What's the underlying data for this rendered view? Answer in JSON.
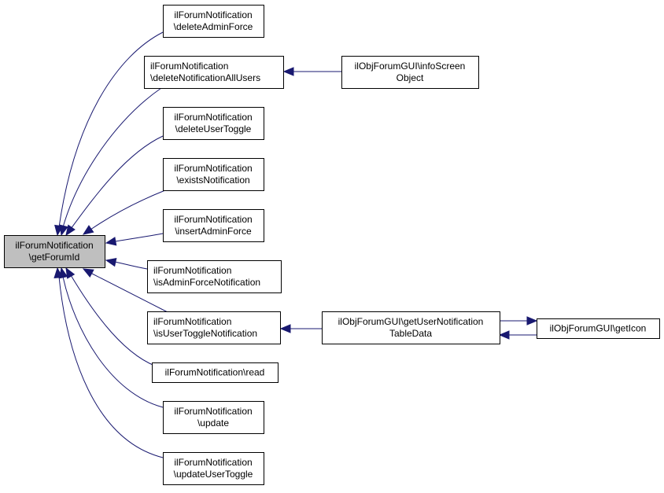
{
  "title": "ilForumNotification::getForumId caller graph",
  "colors": {
    "edge": "#191970",
    "focus_fill": "#bfbfbf",
    "node_fill": "#ffffff",
    "node_border": "#000000"
  },
  "nodes": [
    {
      "id": "getForumId",
      "lines": [
        "ilForumNotification",
        "\\getForumId"
      ],
      "focus": true
    },
    {
      "id": "deleteAdminForce",
      "lines": [
        "ilForumNotification",
        "\\deleteAdminForce"
      ]
    },
    {
      "id": "deleteNotificationAllUsers",
      "lines": [
        "ilForumNotification",
        "\\deleteNotificationAllUsers"
      ]
    },
    {
      "id": "infoScreenObject",
      "lines": [
        "ilObjForumGUI\\infoScreen",
        "Object"
      ]
    },
    {
      "id": "deleteUserToggle",
      "lines": [
        "ilForumNotification",
        "\\deleteUserToggle"
      ]
    },
    {
      "id": "existsNotification",
      "lines": [
        "ilForumNotification",
        "\\existsNotification"
      ]
    },
    {
      "id": "insertAdminForce",
      "lines": [
        "ilForumNotification",
        "\\insertAdminForce"
      ]
    },
    {
      "id": "isAdminForceNotification",
      "lines": [
        "ilForumNotification",
        "\\isAdminForceNotification"
      ]
    },
    {
      "id": "isUserToggleNotification",
      "lines": [
        "ilForumNotification",
        "\\isUserToggleNotification"
      ]
    },
    {
      "id": "getUserNotificationTableData",
      "lines": [
        "ilObjForumGUI\\getUserNotification",
        "TableData"
      ]
    },
    {
      "id": "getIcon",
      "lines": [
        "ilObjForumGUI\\getIcon"
      ]
    },
    {
      "id": "read",
      "lines": [
        "ilForumNotification\\read"
      ]
    },
    {
      "id": "update",
      "lines": [
        "ilForumNotification",
        "\\update"
      ]
    },
    {
      "id": "updateUserToggle",
      "lines": [
        "ilForumNotification",
        "\\updateUserToggle"
      ]
    }
  ],
  "edges": [
    {
      "from": "deleteAdminForce",
      "to": "getForumId"
    },
    {
      "from": "deleteNotificationAllUsers",
      "to": "getForumId"
    },
    {
      "from": "deleteUserToggle",
      "to": "getForumId"
    },
    {
      "from": "existsNotification",
      "to": "getForumId"
    },
    {
      "from": "insertAdminForce",
      "to": "getForumId"
    },
    {
      "from": "isAdminForceNotification",
      "to": "getForumId"
    },
    {
      "from": "isUserToggleNotification",
      "to": "getForumId"
    },
    {
      "from": "read",
      "to": "getForumId"
    },
    {
      "from": "update",
      "to": "getForumId"
    },
    {
      "from": "updateUserToggle",
      "to": "getForumId"
    },
    {
      "from": "infoScreenObject",
      "to": "deleteNotificationAllUsers"
    },
    {
      "from": "getUserNotificationTableData",
      "to": "isUserToggleNotification"
    },
    {
      "from": "getUserNotificationTableData",
      "to": "getIcon"
    },
    {
      "from": "getIcon",
      "to": "getUserNotificationTableData"
    }
  ]
}
